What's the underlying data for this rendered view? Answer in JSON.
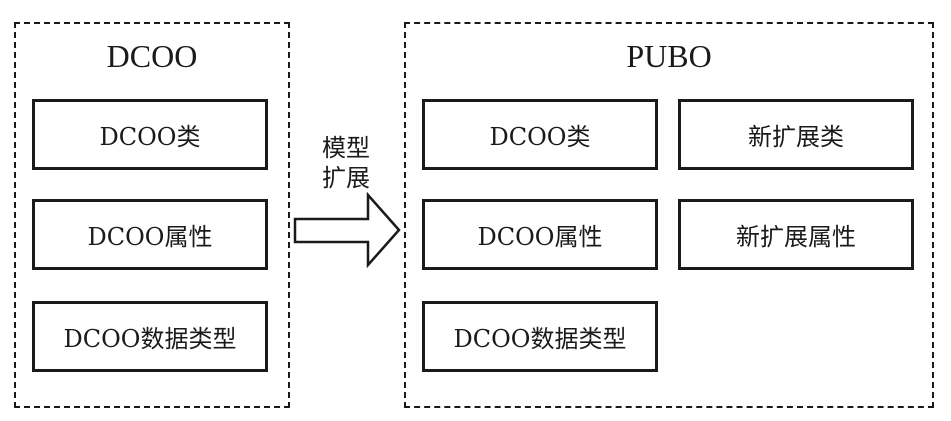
{
  "left": {
    "title": "DCOO",
    "items": [
      "DCOO类",
      "DCOO属性",
      "DCOO数据类型"
    ]
  },
  "arrow": {
    "label_line1": "模型",
    "label_line2": "扩展"
  },
  "right": {
    "title": "PUBO",
    "items": [
      "DCOO类",
      "DCOO属性",
      "DCOO数据类型"
    ],
    "extended_items": [
      "新扩展类",
      "新扩展属性"
    ]
  }
}
